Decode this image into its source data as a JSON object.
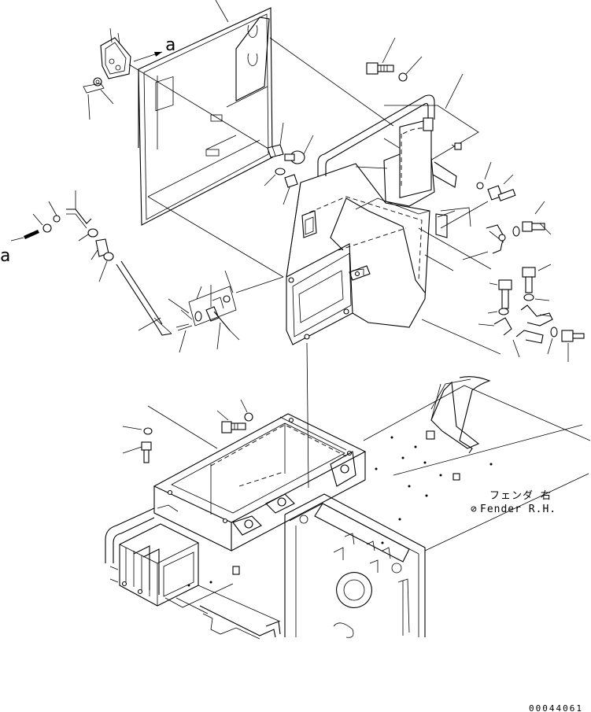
{
  "callouts": {
    "ref_a_top": "a",
    "ref_a_left": "a"
  },
  "note": {
    "line1": "フェンダ 右",
    "line2": "Fender R.H.",
    "line2_prefix": "⊘"
  },
  "drawing_number": "00044061"
}
